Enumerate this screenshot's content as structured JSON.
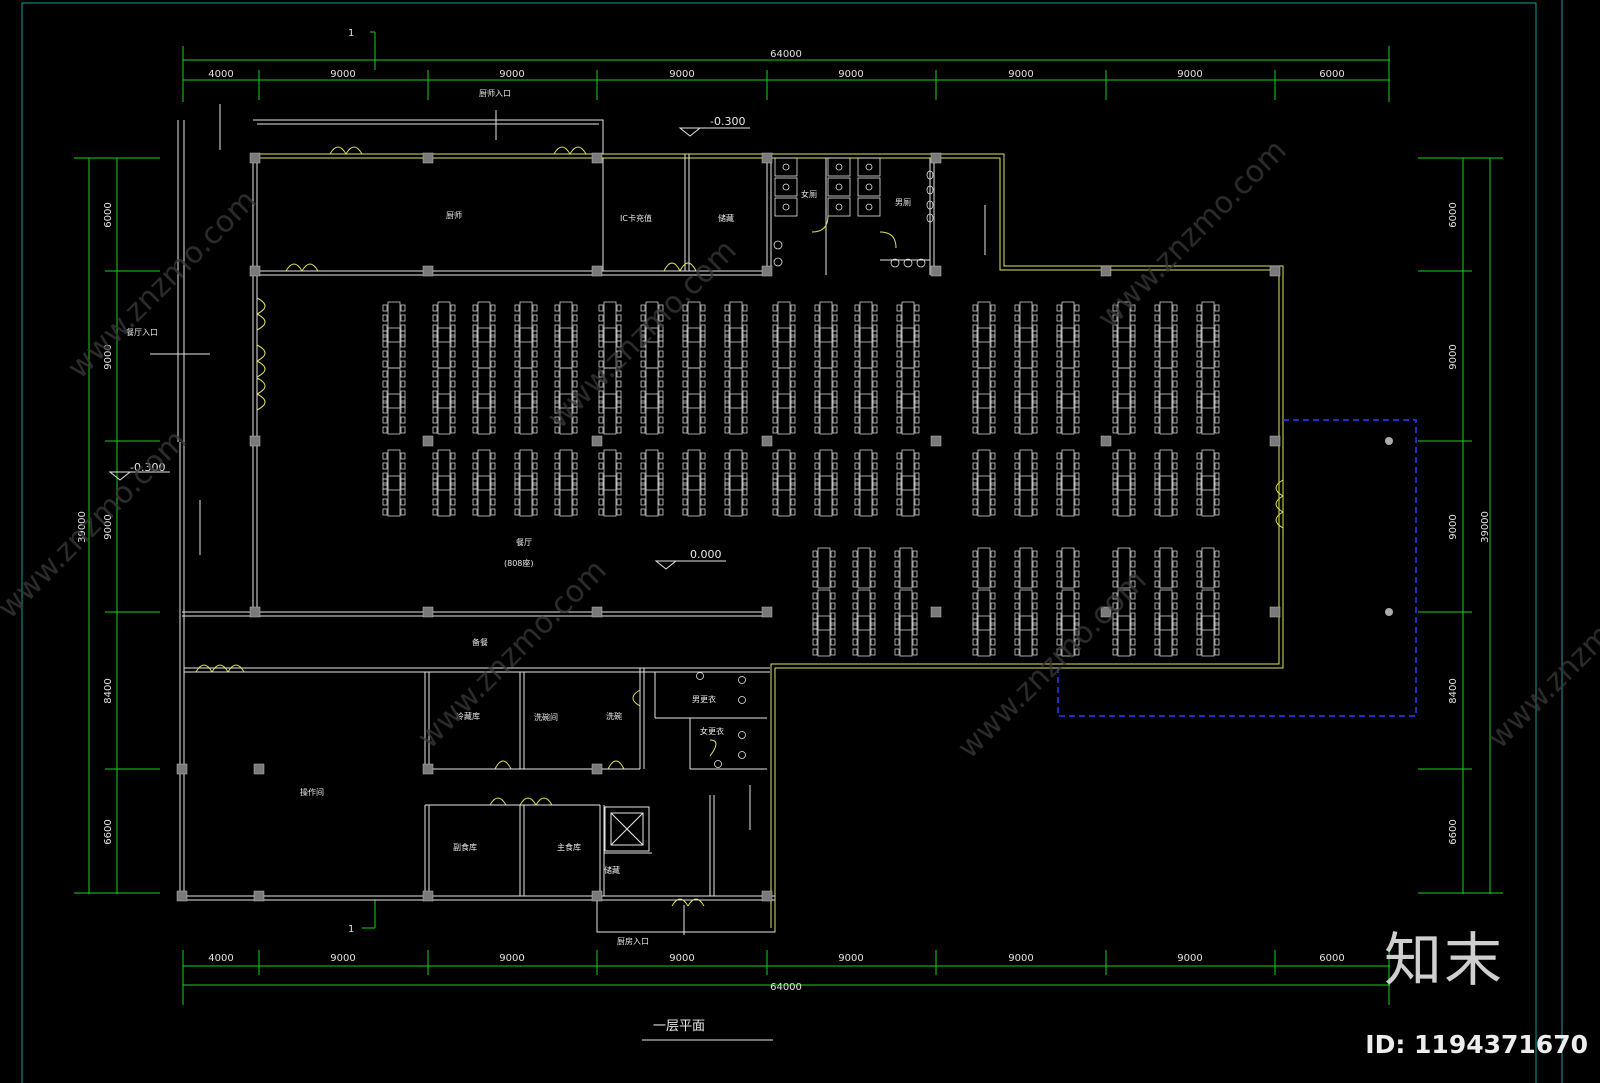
{
  "drawing": {
    "title": "一层平面",
    "section_marker": "1",
    "colors": {
      "dim_line": "#18d018",
      "wall": "#e6e6e6",
      "wall_edge": "#e0e060",
      "column": "#7a7a7a",
      "dash": "#2a3aff",
      "frame": "#1c9a9a"
    }
  },
  "dimensions": {
    "top_total": "64000",
    "top_segments": [
      "4000",
      "9000",
      "9000",
      "9000",
      "9000",
      "9000",
      "9000",
      "6000"
    ],
    "bottom_total": "64000",
    "bottom_segments": [
      "4000",
      "9000",
      "9000",
      "9000",
      "9000",
      "9000",
      "9000",
      "6000"
    ],
    "left_segments": [
      "6000",
      "9000",
      "9000",
      "8400",
      "6600"
    ],
    "left_total": "39000",
    "right_segments": [
      "6000",
      "9000",
      "9000",
      "8400",
      "6600"
    ],
    "right_total": "39000"
  },
  "levels": {
    "top": "-0.300",
    "left": "-0.300",
    "main": "0.000"
  },
  "rooms": {
    "lounge": "厨师",
    "ic_card": "IC卡充值",
    "storage_top": "储藏",
    "women_wc": "女厕",
    "men_wc": "男厕",
    "entrance_top": "厨师入口",
    "entrance_left": "餐厅入口",
    "dining": "餐厅",
    "dining_seats": "(808座)",
    "corridor": "备餐",
    "cold": "冷藏库",
    "wash": "洗碗间",
    "pass": "洗碗",
    "men_change": "男更衣",
    "women_change": "女更衣",
    "kitchen": "操作间",
    "food_storage": "副食库",
    "staple_storage": "主食库",
    "stair_storage": "储藏",
    "kitchen_entrance": "厨房入口"
  },
  "watermark": {
    "logo": "知末",
    "id": "ID: 1194371670",
    "site": "www.znzmo.com"
  }
}
